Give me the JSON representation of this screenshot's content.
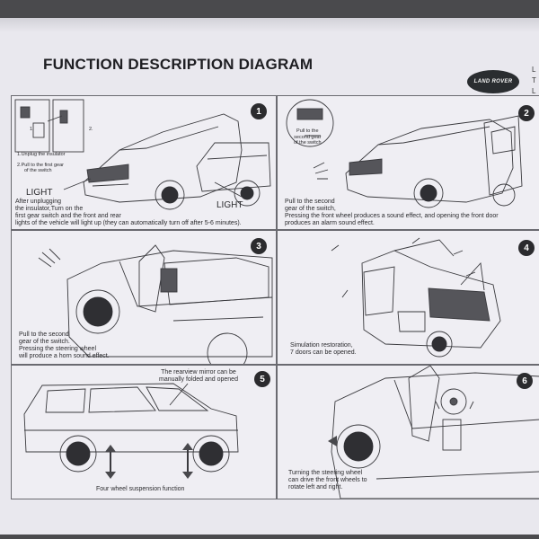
{
  "header": {
    "title": "FUNCTION DESCRIPTION DIAGRAM",
    "logo_text": "LAND ROVER",
    "edge_lines": [
      "L",
      "T",
      "L"
    ]
  },
  "panels": [
    {
      "number": "1",
      "inset_labels": [
        "1.Unplug the insulator",
        "2.Pull to the first gear",
        "of the switch"
      ],
      "step_marks": [
        "1.",
        "2."
      ],
      "light_labels": [
        "LIGHT",
        "LIGHT"
      ],
      "caption_lines": [
        "After unplugging",
        "the insulator,Turn on the",
        "first gear switch and the front and rear",
        "lights of the vehicle will light up (they can automatically turn off after 5-6 minutes)."
      ]
    },
    {
      "number": "2",
      "inset_labels": [
        "Pull to the",
        "second gear",
        "of the switch"
      ],
      "caption_lines": [
        "Pull to the second",
        "gear of the switch,",
        "Pressing the front wheel produces a sound effect, and opening the front door",
        "produces an alarm sound effect."
      ]
    },
    {
      "number": "3",
      "caption_lines": [
        "Pull to the second",
        "gear of the switch.",
        "Pressing the steering wheel",
        "will produce a horn sound effect."
      ]
    },
    {
      "number": "4",
      "caption_lines": [
        "Simulation restoration,",
        "7 doors can be opened."
      ]
    },
    {
      "number": "5",
      "top_lines": [
        "The rearview mirror can be",
        "manually folded and opened"
      ],
      "bottom_caption": "Four wheel suspension function"
    },
    {
      "number": "6",
      "caption_lines": [
        "Turning the steering wheel",
        "can drive the front wheels to",
        "rotate left and right."
      ]
    }
  ]
}
